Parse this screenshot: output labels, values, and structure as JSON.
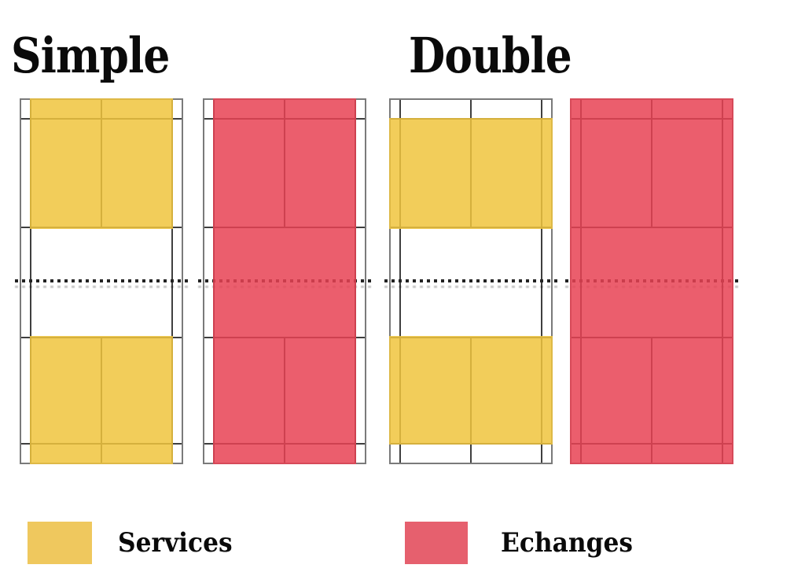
{
  "titles": {
    "simple": "Simple",
    "double": "Double"
  },
  "legend": {
    "services": {
      "label": "Services",
      "color": "#EFC85E"
    },
    "echanges": {
      "label": "Echanges",
      "color": "#E6606E"
    }
  },
  "colors": {
    "services_fill": "rgba(240,196,61,0.85)",
    "echanges_fill": "rgba(231,66,84,0.85)",
    "line": "#3F3F3F",
    "frame": "#7A7A7A",
    "net": "#222222",
    "text": "#0A0A0A",
    "background": "#FFFFFF"
  },
  "diagram": {
    "courts": [
      {
        "group": "Simple",
        "highlight": "Services",
        "zone": "singles service courts (between singles sidelines, from back boundary to short service line, both halves)"
      },
      {
        "group": "Simple",
        "highlight": "Echanges",
        "zone": "full singles court (between singles sidelines, full length)"
      },
      {
        "group": "Double",
        "highlight": "Services",
        "zone": "doubles service courts (full width, from doubles long service line to short service line, both halves)"
      },
      {
        "group": "Double",
        "highlight": "Echanges",
        "zone": "full doubles court (entire court area)"
      }
    ]
  }
}
